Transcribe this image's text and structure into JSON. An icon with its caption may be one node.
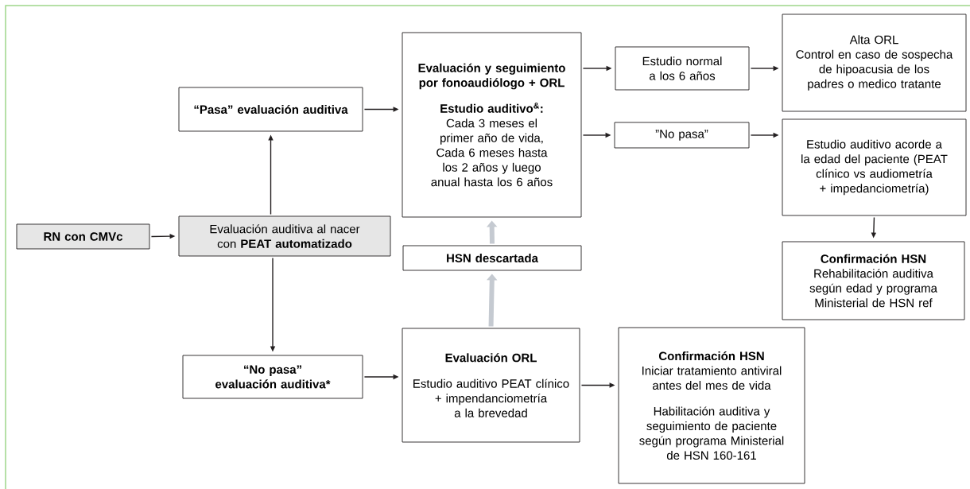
{
  "diagram": {
    "nodes": [
      {
        "text": [
          "RN con CMVc"
        ]
      },
      {
        "text": [
          "Evaluación auditiva al nacer con **PEAT automatizado**"
        ]
      },
      {
        "text": [
          "“Pasa” evaluación auditiva"
        ]
      },
      {
        "text": [
          "“No pasa” evaluación auditiva*"
        ]
      },
      {
        "text": [
          "Evaluación y seguimiento por fonoaudiólogo + ORL",
          "Estudio auditivo$^{&}$:",
          "Cada 3 meses el primer año de vida,",
          "Cada 6 meses hasta los 2 años y luego anual hasta los 6 años"
        ]
      },
      {
        "text": [
          "HSN descartada"
        ]
      },
      {
        "text": [
          "Evaluación ORL",
          "Estudio auditivo PEAT clínico + impendanciometría a la brevedad"
        ]
      },
      {
        "text": [
          "Estudio normal a los 6 años"
        ]
      },
      {
        "text": [
          "”No pasa”"
        ]
      },
      {
        "text": [
          "Alta ORL",
          "Control en caso de sospecha de hipoacusia de los padres o medico tratante"
        ]
      },
      {
        "text": [
          "Estudio auditivo acorde a la edad del paciente (PEAT clínico vs audiometría + impedanciometría)"
        ]
      },
      {
        "text": [
          "Confirmación HSN",
          "Rehabilitación auditiva según edad y programa Ministerial de HSN ref"
        ]
      },
      {
        "text": [
          "Confirmación HSN",
          "Iniciar tratamiento antiviral antes del mes de vida",
          "Habilitación auditiva y seguimiento de paciente según programa Ministerial de HSN 160-161"
        ]
      }
    ],
    "edges": [
      {
        "from": 0,
        "to": 1,
        "arrow": "to"
      },
      {
        "from": 1,
        "to": 2,
        "arrow": "to"
      },
      {
        "from": 1,
        "to": 3,
        "arrow": "to"
      },
      {
        "from": 2,
        "to": 4,
        "arrow": "to"
      },
      {
        "from": 3,
        "to": 6,
        "arrow": "to"
      },
      {
        "from": 4,
        "to": 7,
        "arrow": "to"
      },
      {
        "from": 4,
        "to": 8,
        "arrow": "to"
      },
      {
        "from": 7,
        "to": 9,
        "arrow": "to"
      },
      {
        "from": 8,
        "to": 10,
        "arrow": "to"
      },
      {
        "from": 10,
        "to": 11,
        "arrow": "to"
      },
      {
        "from": 6,
        "to": 12,
        "arrow": "to"
      },
      {
        "from": 6,
        "to": 5,
        "arrow": "to",
        "style": "thick",
        "color": "#c5cad1"
      },
      {
        "from": 5,
        "to": 4,
        "arrow": "to",
        "style": "thick",
        "color": "#c5cad1"
      }
    ]
  }
}
